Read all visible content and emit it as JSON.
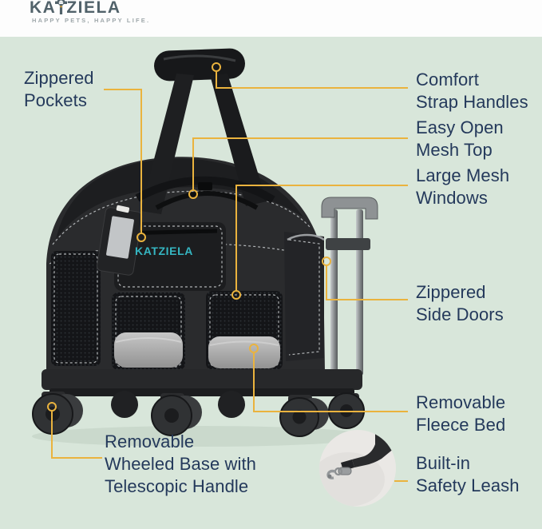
{
  "header": {
    "brand": "KATZIELA",
    "brand_prefix": "KA",
    "brand_suffix": "ZIELA",
    "tagline": "HAPPY PETS, HAPPY LIFE."
  },
  "bag": {
    "logo": "KATZIELA"
  },
  "callouts": {
    "zippered_pockets": {
      "label": "Zippered\nPockets"
    },
    "comfort_strap_handles": {
      "label": "Comfort\nStrap Handles"
    },
    "easy_open_mesh_top": {
      "label": "Easy Open\nMesh Top"
    },
    "large_mesh_windows": {
      "label": "Large Mesh\nWindows"
    },
    "zippered_side_doors": {
      "label": "Zippered\nSide Doors"
    },
    "removable_fleece_bed": {
      "label": "Removable\nFleece Bed"
    },
    "removable_wheeled_base": {
      "label": "Removable\nWheeled Base with\nTelescopic Handle"
    },
    "built_in_safety_leash": {
      "label": "Built-in\nSafety Leash"
    }
  },
  "colors": {
    "background": "#d8e6da",
    "header_bg": "#fdfdfd",
    "label_text": "#24395b",
    "callout_line": "#eab33e",
    "brand_text": "#51626a",
    "tagline_text": "#9fa8ab",
    "bag_logo_teal": "#35b6c2"
  }
}
